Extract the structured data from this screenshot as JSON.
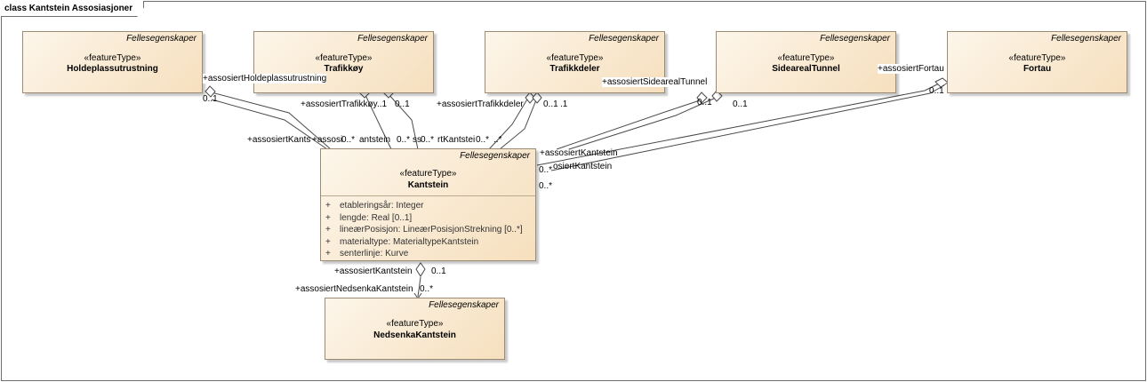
{
  "diagram": {
    "title": "class Kantstein Assosiasjoner"
  },
  "classes": {
    "holdeplass": {
      "package": "Fellesegenskaper",
      "stereotype": "«featureType»",
      "name": "Holdeplassutrustning"
    },
    "trafikkoy": {
      "package": "Fellesegenskaper",
      "stereotype": "«featureType»",
      "name": "Trafikkøy"
    },
    "trafikkdeler": {
      "package": "Fellesegenskaper",
      "stereotype": "«featureType»",
      "name": "Trafikkdeler"
    },
    "sideareal": {
      "package": "Fellesegenskaper",
      "stereotype": "«featureType»",
      "name": "SidearealTunnel"
    },
    "fortau": {
      "package": "Fellesegenskaper",
      "stereotype": "«featureType»",
      "name": "Fortau"
    },
    "kantstein": {
      "package": "Fellesegenskaper",
      "stereotype": "«featureType»",
      "name": "Kantstein",
      "attributes": [
        {
          "visibility": "+",
          "text": "etableringsår: Integer"
        },
        {
          "visibility": "+",
          "text": "lengde: Real [0..1]"
        },
        {
          "visibility": "+",
          "text": "lineærPosisjon: LineærPosisjonStrekning [0..*]"
        },
        {
          "visibility": "+",
          "text": "materialtype: MaterialtypeKantstein"
        },
        {
          "visibility": "+",
          "text": "senterlinje: Kurve"
        }
      ]
    },
    "nedsenka": {
      "package": "Fellesegenskaper",
      "stereotype": "«featureType»",
      "name": "NedsenkaKantstein"
    }
  },
  "labels": {
    "holdeplass_role": "+assosiertHoldeplassutrustning",
    "holdeplass_mult": "0..1",
    "kants_role_1": "+assosiertKants",
    "kants_role_2": "+assosi",
    "kants_mult_2": "0..*",
    "kants_role_3": "antstein",
    "kants_mult_3": "0..*",
    "kants_role_4": "ss",
    "kants_mult_4": "0..*",
    "kants_role_5": "rtKantstei",
    "kants_mult_5": "0..*",
    "kants_mult_6": "..*",
    "trafikkoy_role": "+assosiertTrafikkøy",
    "trafikkoy_mult_a": "..1",
    "trafikkoy_mult_b": "0..1",
    "trafikkdeler_role": "+assosiertTrafikkdeler",
    "trafikkdeler_mult_a": "0..1",
    "trafikkdeler_mult_b": ".1",
    "sideareal_role": "+assosiertSidearealTunnel",
    "sideareal_mult_a": "0..1",
    "sideareal_mult_b": "0..1",
    "fortau_role": "+assosiertFortau",
    "fortau_mult": "0..1",
    "right_role_1": "+assosiertKantstein",
    "right_mult_1": "0..*",
    "right_role_2": "osiertKantstein",
    "right_mult_2": "0..*",
    "bottom_role_top": "+assosiertKantstein",
    "bottom_mult_top": "0..1",
    "bottom_role_bottom": "+assosiertNedsenkaKantstein",
    "bottom_mult_bottom": "0..*"
  }
}
